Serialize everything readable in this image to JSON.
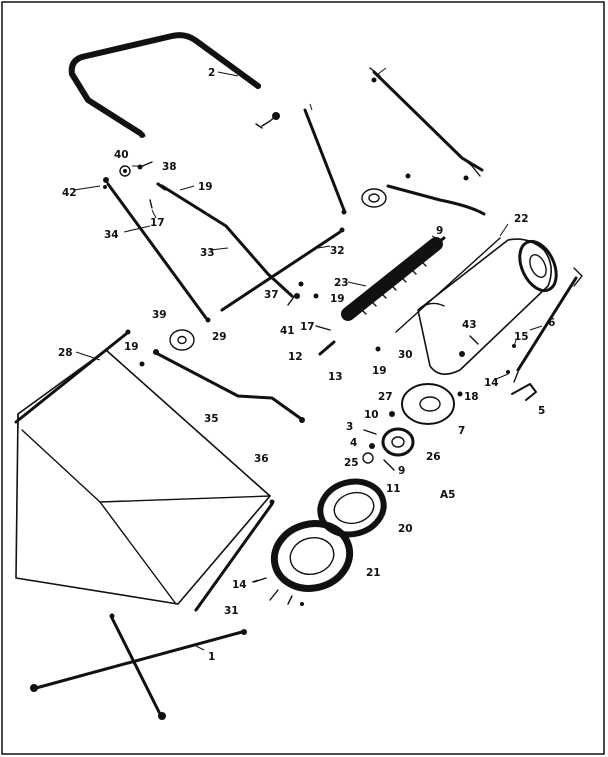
{
  "diagram": {
    "code": "A5",
    "callouts": [
      {
        "id": "c1",
        "text": "1"
      },
      {
        "id": "c2",
        "text": "2"
      },
      {
        "id": "c3",
        "text": "3"
      },
      {
        "id": "c4",
        "text": "4"
      },
      {
        "id": "c5",
        "text": "5"
      },
      {
        "id": "c6",
        "text": "6"
      },
      {
        "id": "c7",
        "text": "7"
      },
      {
        "id": "c9",
        "text": "9"
      },
      {
        "id": "c9b",
        "text": "9"
      },
      {
        "id": "c10",
        "text": "10"
      },
      {
        "id": "c11",
        "text": "11"
      },
      {
        "id": "c12",
        "text": "12"
      },
      {
        "id": "c13",
        "text": "13"
      },
      {
        "id": "c14",
        "text": "14"
      },
      {
        "id": "c14b",
        "text": "14"
      },
      {
        "id": "c15",
        "text": "15"
      },
      {
        "id": "c17",
        "text": "17"
      },
      {
        "id": "c17b",
        "text": "17"
      },
      {
        "id": "c18",
        "text": "18"
      },
      {
        "id": "c19",
        "text": "19"
      },
      {
        "id": "c19b",
        "text": "19"
      },
      {
        "id": "c19c",
        "text": "19"
      },
      {
        "id": "c19d",
        "text": "19"
      },
      {
        "id": "c20",
        "text": "20"
      },
      {
        "id": "c21",
        "text": "21"
      },
      {
        "id": "c22",
        "text": "22"
      },
      {
        "id": "c23",
        "text": "23"
      },
      {
        "id": "c25",
        "text": "25"
      },
      {
        "id": "c26",
        "text": "26"
      },
      {
        "id": "c27",
        "text": "27"
      },
      {
        "id": "c28",
        "text": "28"
      },
      {
        "id": "c29",
        "text": "29"
      },
      {
        "id": "c30",
        "text": "30"
      },
      {
        "id": "c31",
        "text": "31"
      },
      {
        "id": "c32",
        "text": "32"
      },
      {
        "id": "c33",
        "text": "33"
      },
      {
        "id": "c34",
        "text": "34"
      },
      {
        "id": "c35",
        "text": "35"
      },
      {
        "id": "c36",
        "text": "36"
      },
      {
        "id": "c37",
        "text": "37"
      },
      {
        "id": "c38",
        "text": "38"
      },
      {
        "id": "c39",
        "text": "39"
      },
      {
        "id": "c40",
        "text": "40"
      },
      {
        "id": "c41",
        "text": "41"
      },
      {
        "id": "c42",
        "text": "42"
      },
      {
        "id": "c43",
        "text": "43"
      }
    ]
  }
}
